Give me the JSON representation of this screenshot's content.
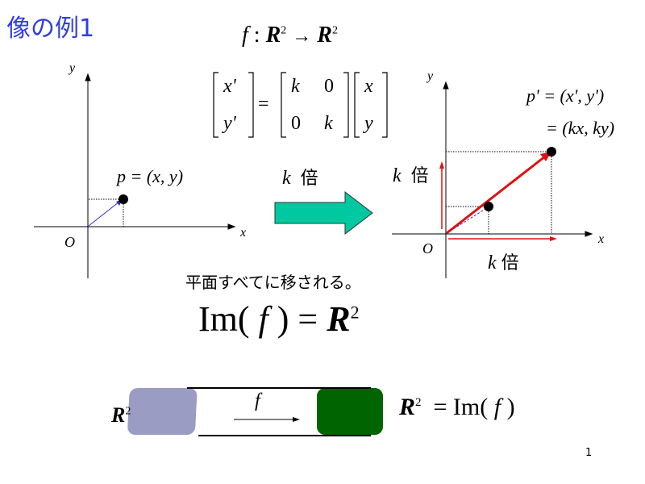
{
  "title": "像の例1",
  "mapping": "f : R² → R²",
  "matrix": {
    "lhs": [
      "x'",
      "y'"
    ],
    "equals": "=",
    "m": [
      [
        "k",
        "0"
      ],
      [
        "0",
        "k"
      ]
    ],
    "rhs": [
      "x",
      "y"
    ]
  },
  "left_plot": {
    "x_label": "x",
    "y_label": "y",
    "origin": "O",
    "point_label": "p = (x, y)"
  },
  "arrow_label": "k  倍",
  "right_plot": {
    "x_label": "x",
    "y_label": "y",
    "origin": "O",
    "point_label_1": "p' = (x', y')",
    "point_label_2": "= (kx, ky)",
    "vertical_scale": "k  倍",
    "horizontal_scale": "k 倍"
  },
  "caption": "平面すべてに移される。",
  "image_eq": "Im( f ) = R²",
  "bottom": {
    "left_label": "R²",
    "map_label": "f",
    "right_label": "R²  = Im( f )"
  },
  "page_number": "1",
  "colors": {
    "title": "#2f3fe0",
    "red_arrow": "#e01010",
    "blue_vec": "#3030c0",
    "green_arrow_fill": "#00c8a0",
    "left_blob": "#9a9cc4",
    "right_blob": "#006400"
  }
}
